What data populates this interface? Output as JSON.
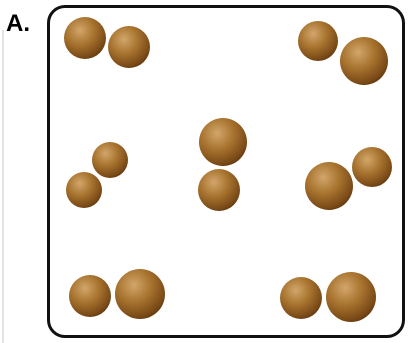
{
  "question": {
    "option_label": "A."
  },
  "diagram": {
    "particle_color": "#9a6a2b",
    "particle_shadow": "#6b3f12",
    "particle_highlight": "#caa06a",
    "particle_count": 14,
    "pair_count": 7
  }
}
